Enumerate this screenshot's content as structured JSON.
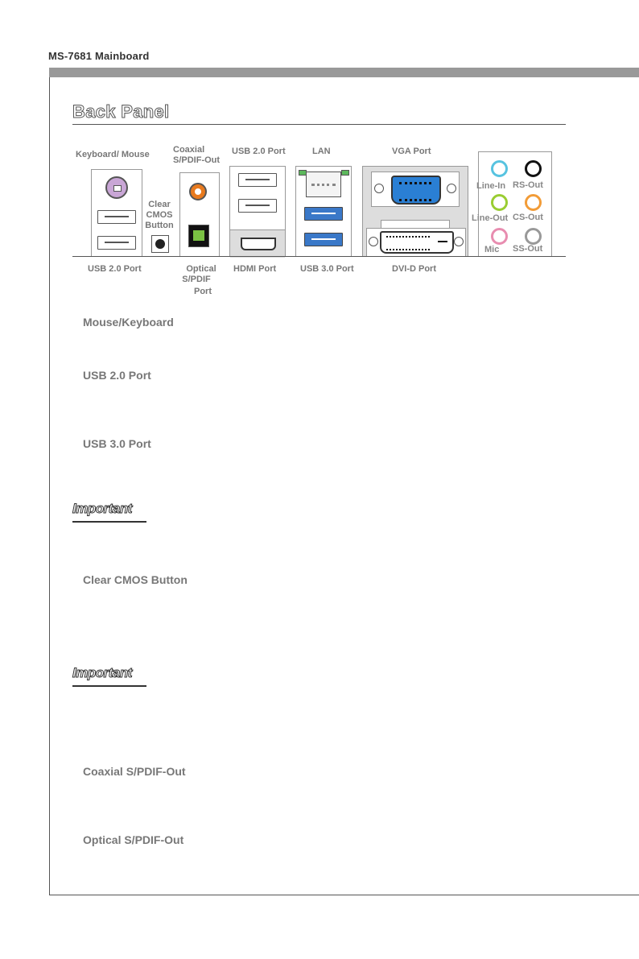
{
  "header": {
    "title": "MS-7681 Mainboard"
  },
  "section": {
    "title": "Back Panel"
  },
  "panel": {
    "top_labels": {
      "keyboard_mouse": "Keyboard/ Mouse",
      "coaxial_line1": "Coaxial",
      "coaxial_line2": "S/PDIF-Out",
      "usb2_top": "USB 2.0 Port",
      "lan": "LAN",
      "vga": "VGA Port"
    },
    "clear_cmos": {
      "line1": "Clear",
      "line2": "CMOS",
      "line3": "Button"
    },
    "bottom_labels": {
      "usb2_bottom": "USB 2.0 Port",
      "optical_line1": "Optical",
      "optical_line2": "S/PDIF",
      "optical_line3": "Port",
      "hdmi": "HDMI Port",
      "usb3": "USB 3.0 Port",
      "dvid": "DVI-D Port"
    },
    "audio": {
      "line_in": "Line-In",
      "rs_out": "RS-Out",
      "line_out": "Line-Out",
      "cs_out": "CS-Out",
      "mic": "Mic",
      "ss_out": "SS-Out"
    },
    "colors": {
      "ps2": "#c9a6d6",
      "coaxial": "#e87a1e",
      "optical": "#7ac143",
      "vga": "#2a7fd4",
      "usb3": "#3a78c8",
      "line_in": "#57c3e0",
      "rs_out": "#111111",
      "line_out": "#9acd32",
      "cs_out": "#f29c38",
      "mic": "#e88db0",
      "ss_out": "#999999"
    }
  },
  "items": [
    {
      "title": "Mouse/Keyboard"
    },
    {
      "title": "USB 2.0 Port"
    },
    {
      "title": "USB 3.0 Port"
    },
    {
      "title": "Clear CMOS Button"
    },
    {
      "title": "Coaxial S/PDIF-Out"
    },
    {
      "title": "Optical S/PDIF-Out"
    }
  ],
  "important": {
    "label_1": "Important",
    "label_2": "Important"
  }
}
